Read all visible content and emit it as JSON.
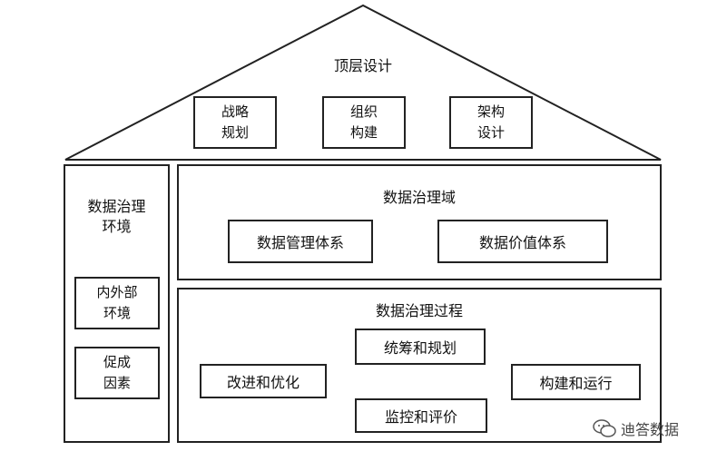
{
  "roof": {
    "title": "顶层设计",
    "items": [
      {
        "line1": "战略",
        "line2": "规划"
      },
      {
        "line1": "组织",
        "line2": "构建"
      },
      {
        "line1": "架构",
        "line2": "设计"
      }
    ]
  },
  "environment": {
    "title_line1": "数据治理",
    "title_line2": "环境",
    "items": [
      {
        "line1": "内外部",
        "line2": "环境"
      },
      {
        "line1": "促成",
        "line2": "因素"
      }
    ]
  },
  "domain": {
    "title": "数据治理域",
    "items": [
      "数据管理体系",
      "数据价值体系"
    ]
  },
  "process": {
    "title": "数据治理过程",
    "steps": {
      "plan": "统筹和规划",
      "build": "构建和运行",
      "monitor": "监控和评价",
      "improve": "改进和优化"
    }
  },
  "watermark": {
    "text": "迪答数据",
    "icon": "wechat-icon"
  }
}
